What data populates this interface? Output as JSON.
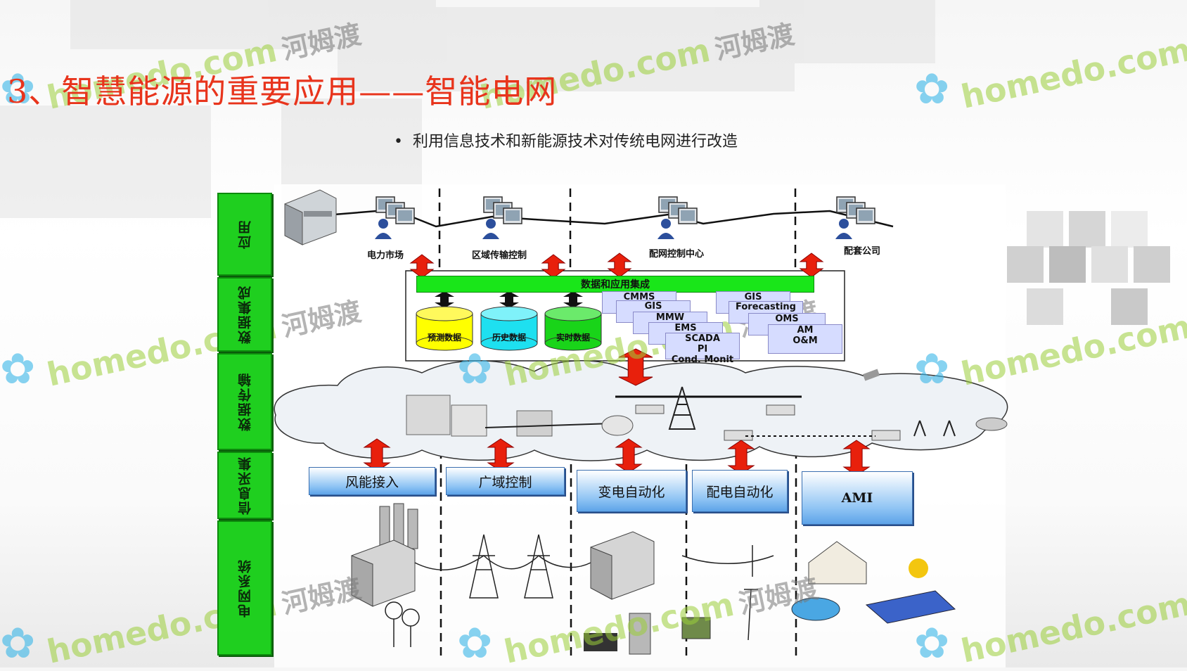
{
  "slide": {
    "title": "3、智慧能源的重要应用——智能电网",
    "bullet": "•",
    "subtitle": "利用信息技术和新能源技术对传统电网进行改造"
  },
  "layers": [
    "应用",
    "数据集成",
    "数据传输",
    "信息采集",
    "电网系统"
  ],
  "app_nodes": [
    "电力市场",
    "区域传输控制",
    "配网控制中心",
    "配套公司"
  ],
  "integration": {
    "bar_label": "数据和应用集成",
    "databases": [
      "预测数据",
      "历史数据",
      "实时数据"
    ],
    "systems_left": [
      "CMMS",
      "GIS",
      "MMW",
      "EMS",
      "SCADA",
      "PI",
      "Cond. Monit"
    ],
    "systems_right": [
      "GIS",
      "Forecasting",
      "OMS",
      "AM",
      "O&M"
    ]
  },
  "collection_boxes": [
    "风能接入",
    "广域控制",
    "变电自动化",
    "配电自动化",
    "AMI"
  ],
  "watermark": {
    "latin": "homedo.com",
    "cn": "河姆渡"
  },
  "colors": {
    "title": "#e8341c",
    "layer_green": "#1fcf1f",
    "arrow_red": "#e8200c",
    "box_blue": "#8fc4f4"
  }
}
